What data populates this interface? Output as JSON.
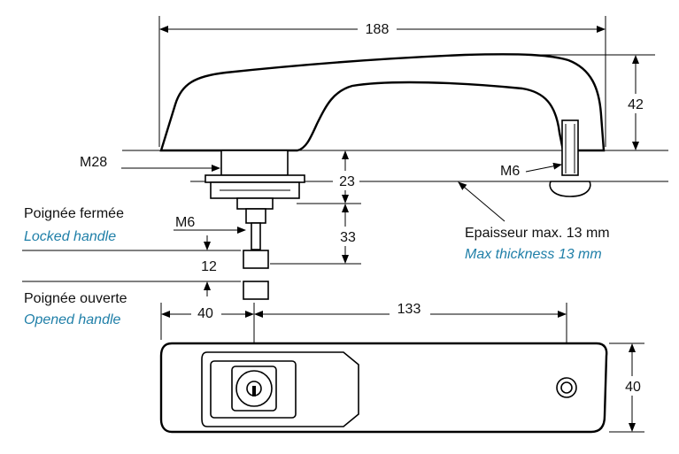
{
  "dimensions": {
    "width_188": "188",
    "height_42": "42",
    "thread_m28": "M28",
    "screw_m6_right": "M6",
    "dim_23": "23",
    "dim_33": "33",
    "dim_12": "12",
    "screw_m6_left": "M6",
    "offset_40": "40",
    "spacing_133": "133",
    "plate_height_40": "40"
  },
  "labels": {
    "locked_fr": "Poignée fermée",
    "locked_en": "Locked handle",
    "opened_fr": "Poignée ouverte",
    "opened_en": "Opened handle",
    "thickness_fr": "Epaisseur max. 13 mm",
    "thickness_en": "Max thickness 13 mm"
  },
  "colors": {
    "line": "#000000",
    "english_text": "#1f7fa8"
  }
}
